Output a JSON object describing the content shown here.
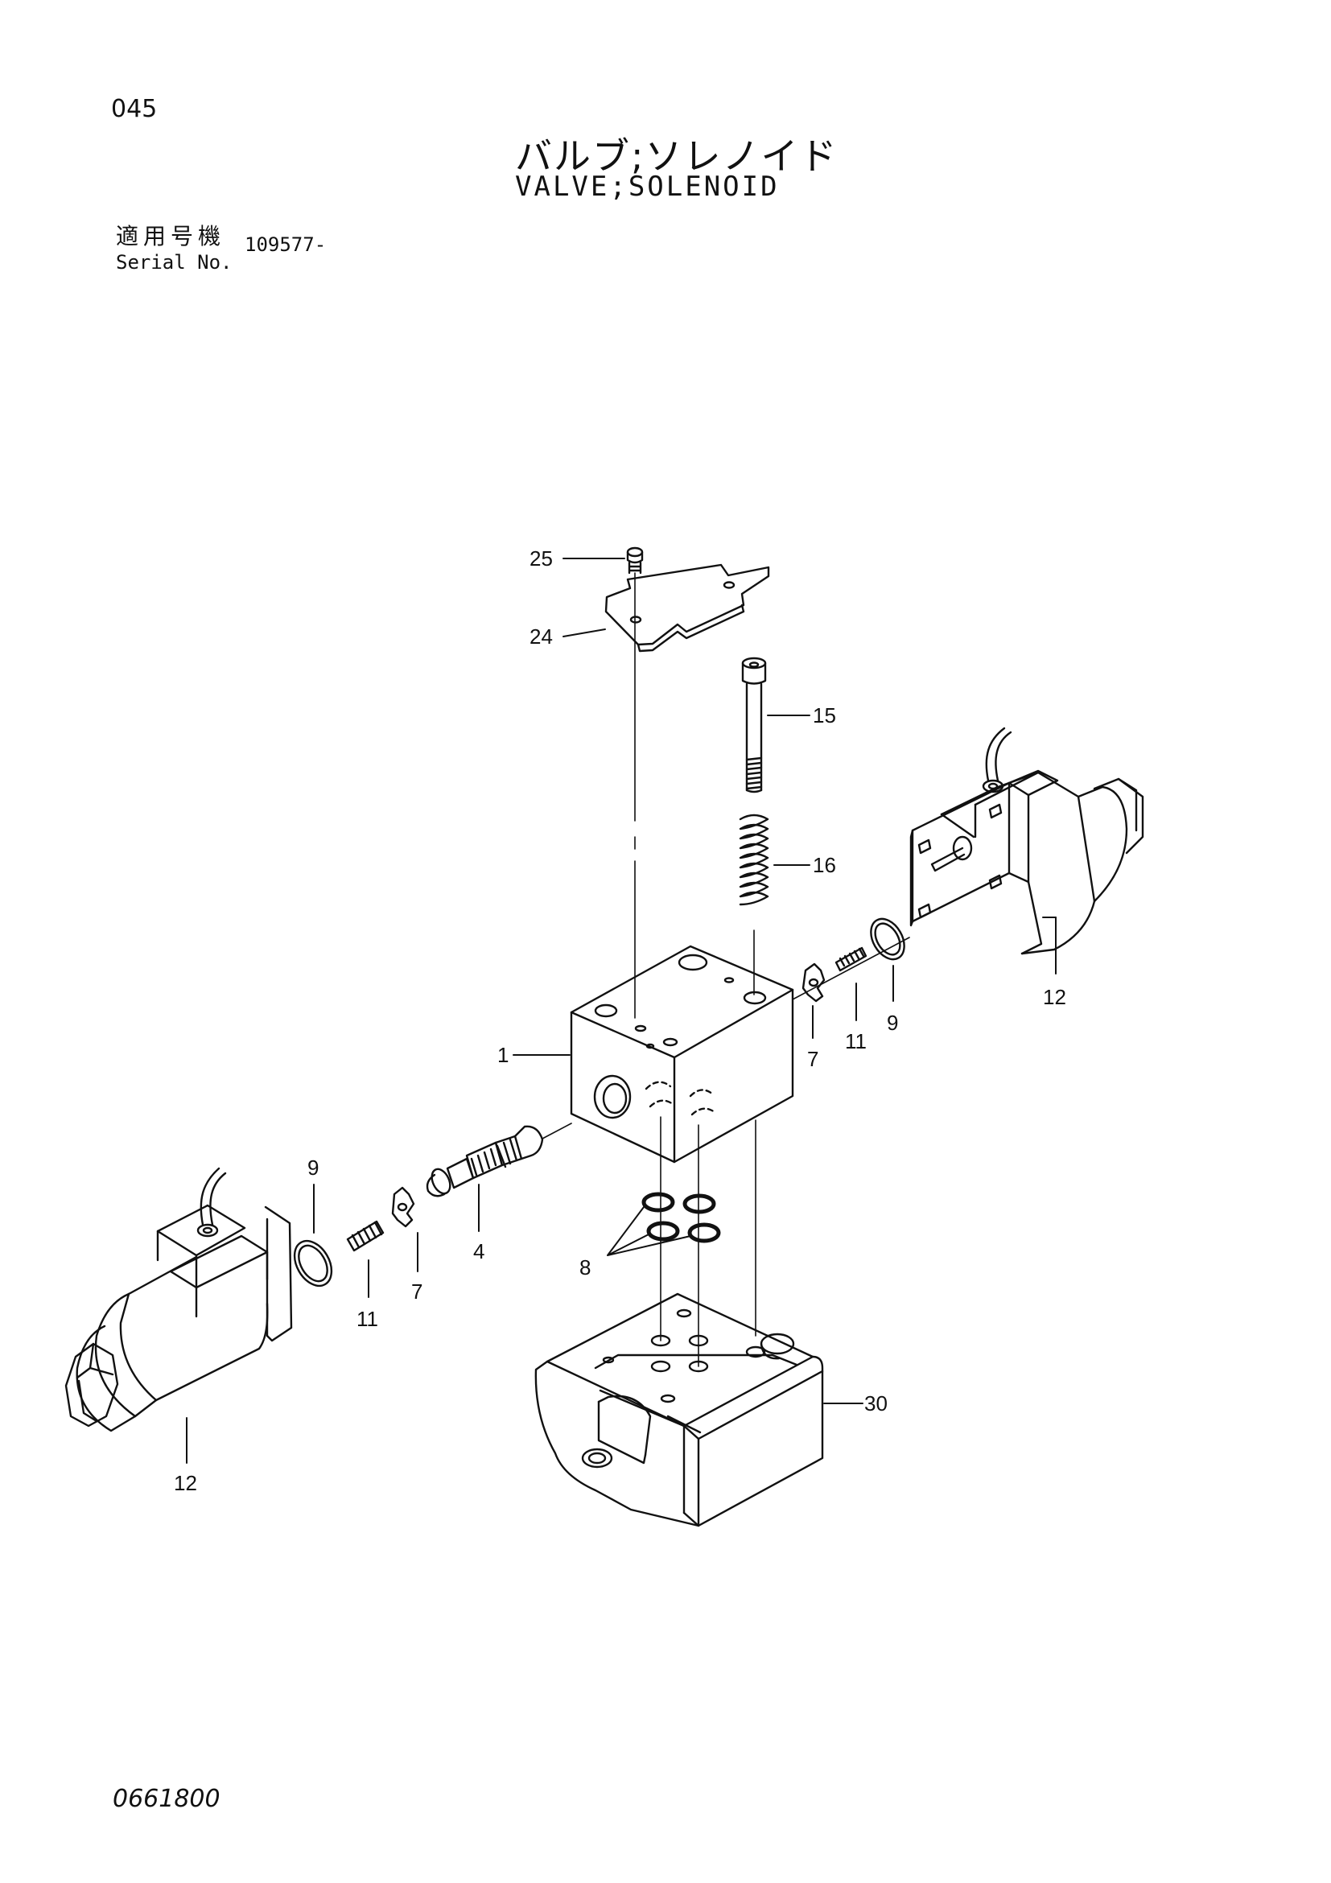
{
  "header": {
    "page_number": "045",
    "title_jp": "バルブ;ソレノイド",
    "title_en": "VALVE;SOLENOID"
  },
  "serial": {
    "label_jp": "適用号機",
    "label_en": "Serial No.",
    "value": "109577-"
  },
  "footer": {
    "drawing_number": "0661800"
  },
  "callouts": {
    "c25": "25",
    "c24": "24",
    "c15": "15",
    "c16": "16",
    "c12_right": "12",
    "c9_right": "9",
    "c11_right": "11",
    "c7_right": "7",
    "c1": "1",
    "c9_left": "9",
    "c11_left": "11",
    "c7_left": "7",
    "c4": "4",
    "c8": "8",
    "c12_left": "12",
    "c30": "30"
  }
}
